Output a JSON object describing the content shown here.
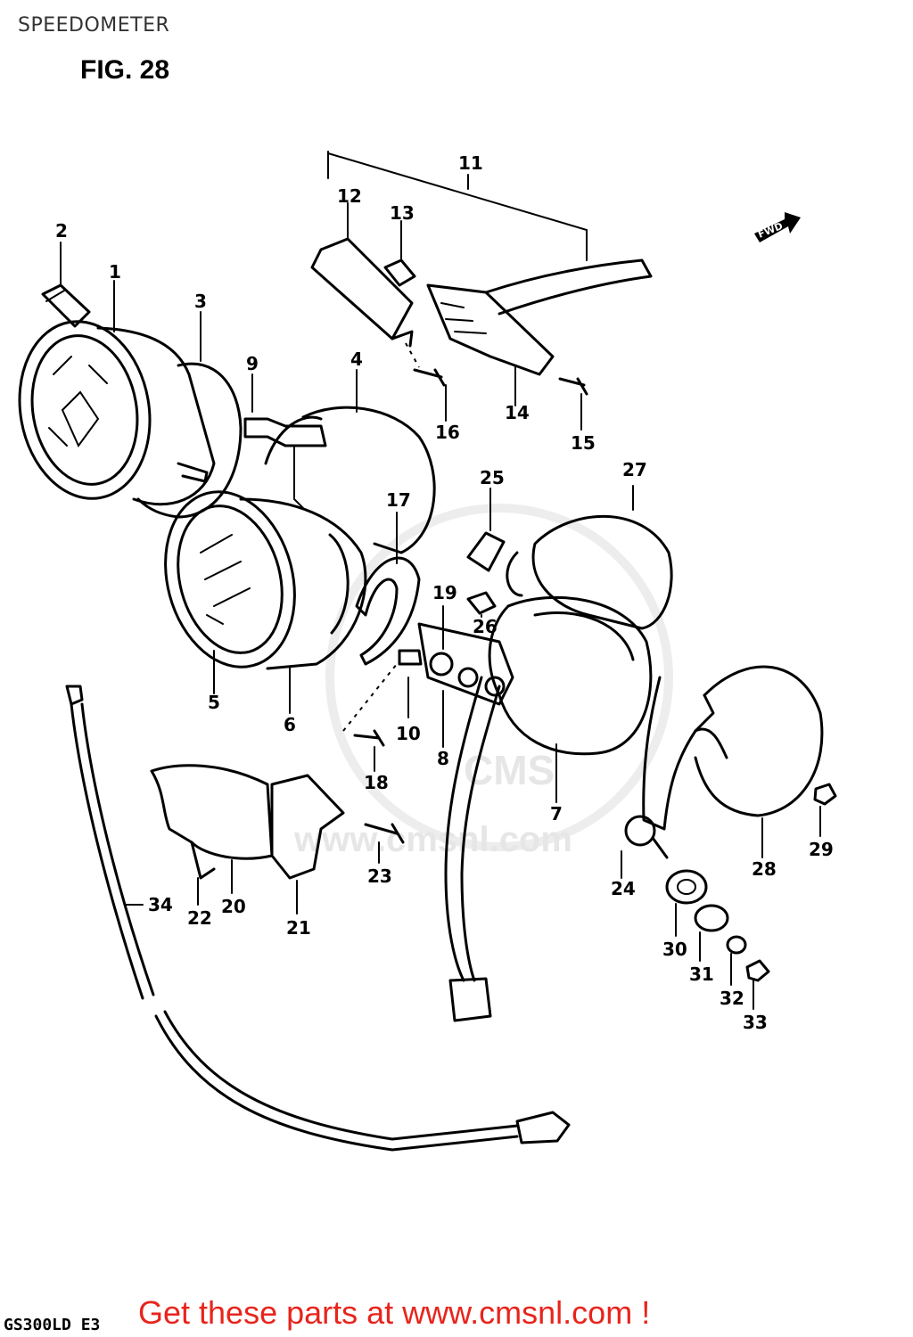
{
  "header": {
    "title": "SPEEDOMETER"
  },
  "figure": {
    "label": "FIG. 28",
    "model": "GS300LD E3",
    "fwd": "FWD"
  },
  "watermark": {
    "text": "www.cmsnl.com",
    "logo": "CMS"
  },
  "callouts": [
    "1",
    "2",
    "3",
    "4",
    "5",
    "6",
    "7",
    "8",
    "9",
    "10",
    "11",
    "12",
    "13",
    "14",
    "15",
    "16",
    "17",
    "18",
    "19",
    "20",
    "21",
    "22",
    "23",
    "24",
    "25",
    "26",
    "27",
    "28",
    "29",
    "30",
    "31",
    "32",
    "33",
    "34"
  ],
  "footer": {
    "banner": "Get these parts at www.cmsnl.com !"
  },
  "colors": {
    "banner": "#e8241c",
    "ink": "#000000",
    "watermark": "#e6e6e6"
  }
}
